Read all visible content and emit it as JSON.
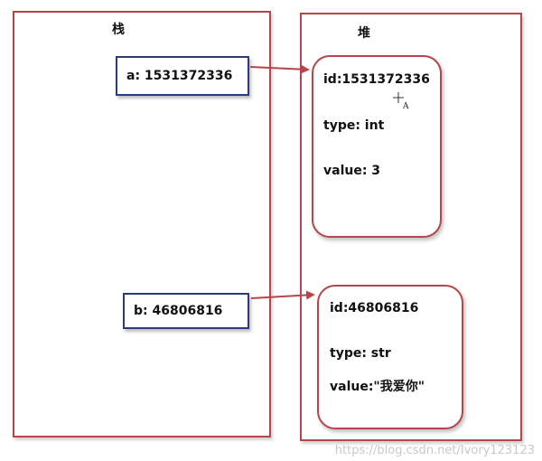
{
  "stack": {
    "title": "栈",
    "vars": [
      {
        "text": "a: 1531372336"
      },
      {
        "text": "b: 46806816"
      }
    ]
  },
  "heap": {
    "title": "堆",
    "objects": [
      {
        "id": "id:1531372336",
        "type": "type: int",
        "value": "value:  3"
      },
      {
        "id": "id:46806816",
        "type": "type: str",
        "value": "value:\"我爱你\""
      }
    ]
  },
  "colors": {
    "panel_border": "#b5464b",
    "var_border": "#2b3c7c",
    "arrow": "#b5464b"
  },
  "watermark": "https://blog.csdn.net/Ivory123123"
}
